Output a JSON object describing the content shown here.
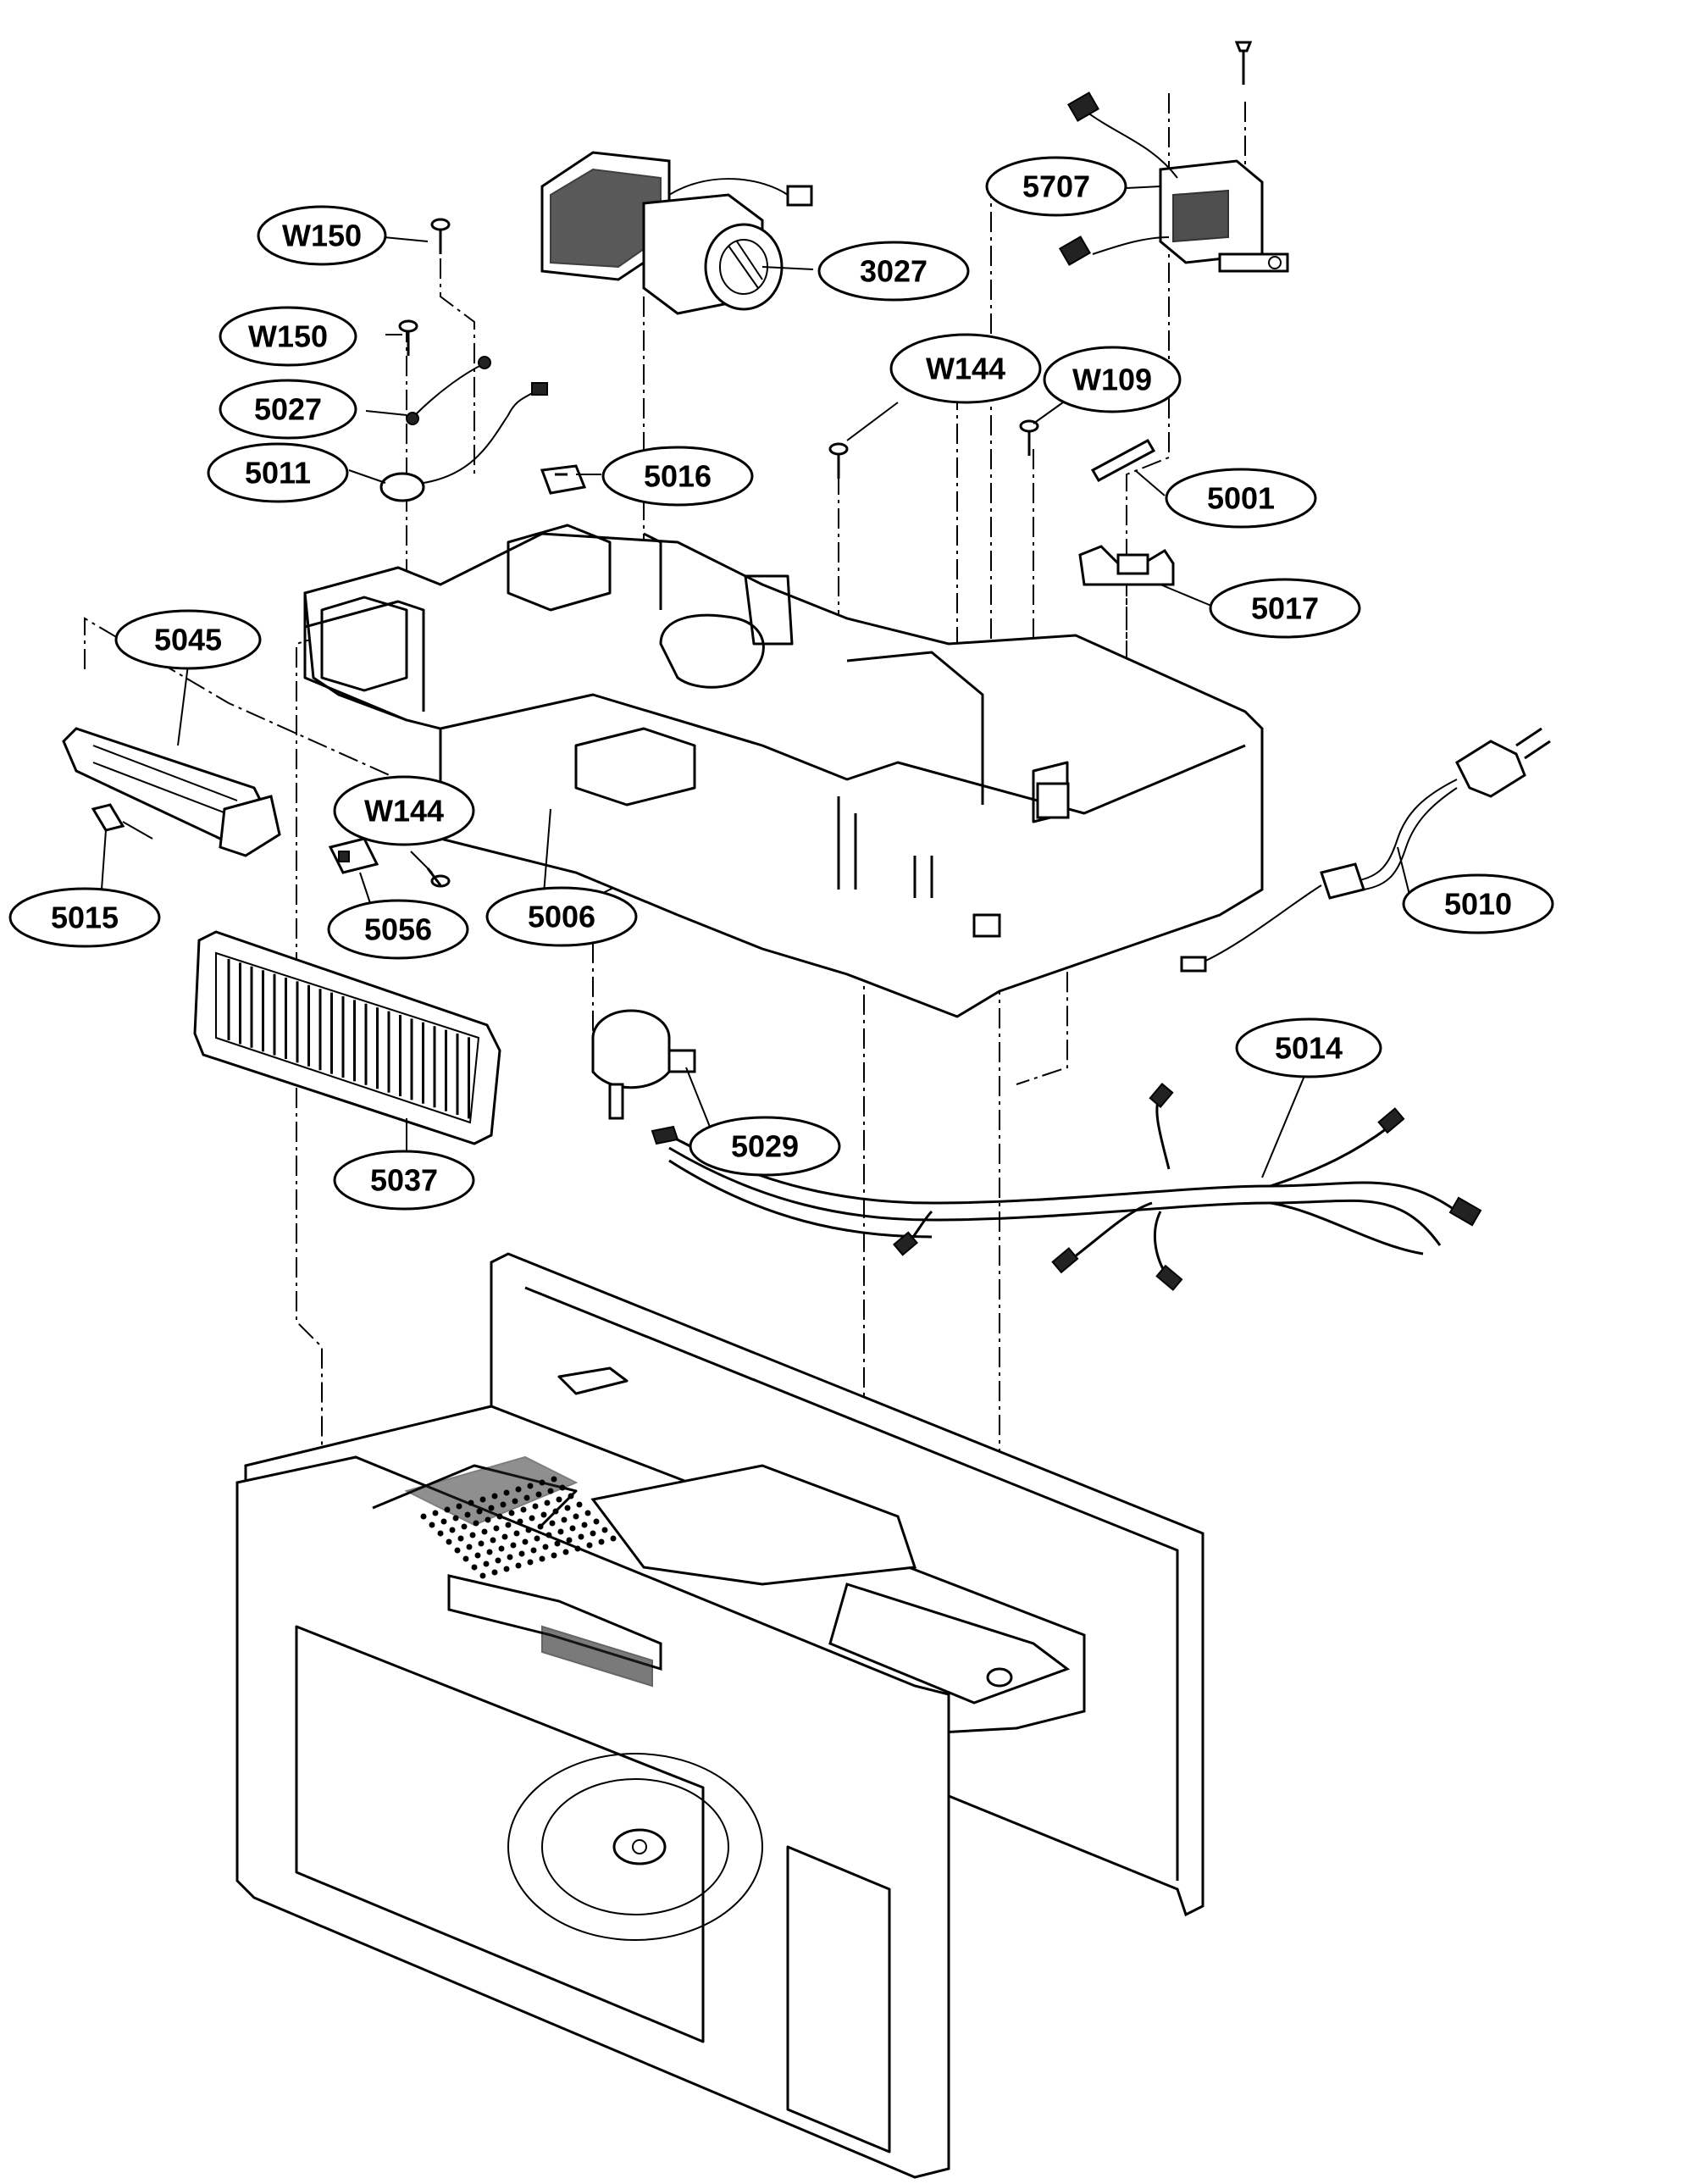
{
  "labels": [
    {
      "id": "w150-top",
      "text": "W150"
    },
    {
      "id": "w150-second",
      "text": "W150"
    },
    {
      "id": "5027",
      "text": "5027"
    },
    {
      "id": "5011",
      "text": "5011"
    },
    {
      "id": "5016",
      "text": "5016"
    },
    {
      "id": "3027",
      "text": "3027"
    },
    {
      "id": "5707",
      "text": "5707"
    },
    {
      "id": "w144-upper",
      "text": "W144"
    },
    {
      "id": "w109",
      "text": "W109"
    },
    {
      "id": "5001",
      "text": "5001"
    },
    {
      "id": "5017",
      "text": "5017"
    },
    {
      "id": "5045",
      "text": "5045"
    },
    {
      "id": "w144-lower",
      "text": "W144"
    },
    {
      "id": "5015",
      "text": "5015"
    },
    {
      "id": "5056",
      "text": "5056"
    },
    {
      "id": "5006",
      "text": "5006"
    },
    {
      "id": "5010",
      "text": "5010"
    },
    {
      "id": "5014",
      "text": "5014"
    },
    {
      "id": "5029",
      "text": "5029"
    },
    {
      "id": "5037",
      "text": "5037"
    }
  ]
}
